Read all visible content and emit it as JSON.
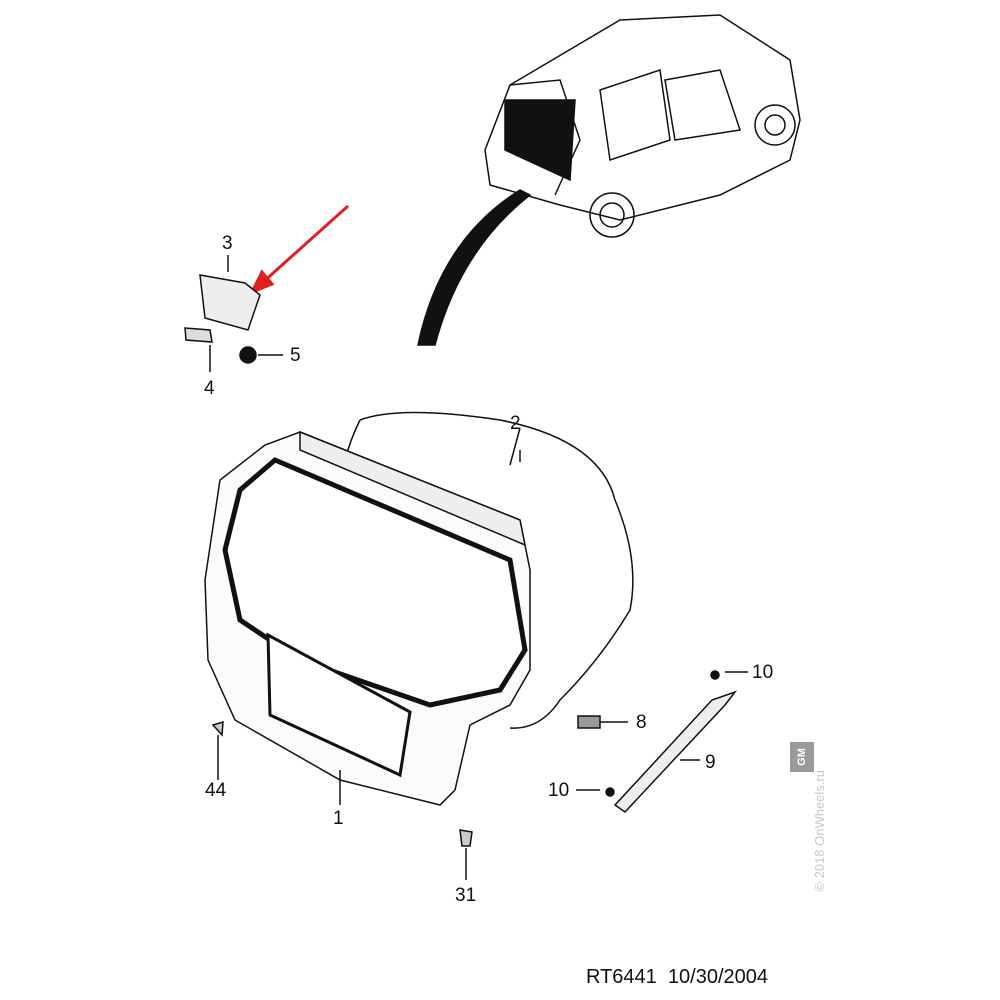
{
  "callouts": {
    "c1": "1",
    "c2": "2",
    "c3": "3",
    "c4": "4",
    "c5": "5",
    "c8": "8",
    "c9": "9",
    "c10a": "10",
    "c10b": "10",
    "c31": "31",
    "c44": "44"
  },
  "footer": {
    "drawing_id": "RT6441",
    "date": "10/30/2004"
  },
  "logo": "GM",
  "watermark": "© 2018 OnWheels.ru",
  "colors": {
    "arrow": "#e02020",
    "line": "#111111"
  }
}
